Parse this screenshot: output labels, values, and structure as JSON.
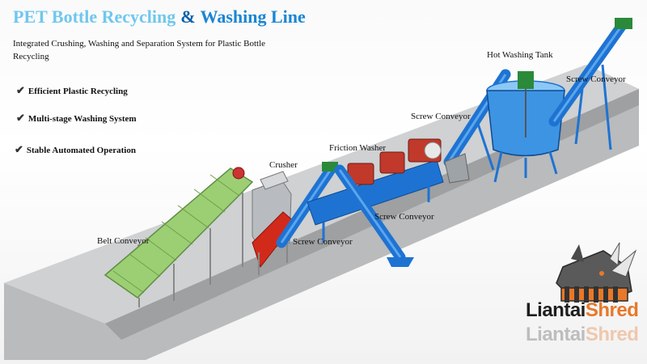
{
  "title": {
    "part1": "PET Bottle Recycling",
    "amp": "&",
    "part2": "Washing Line"
  },
  "subtitle": "Integrated Crushing, Washing and Separation System for Plastic Bottle Recycling",
  "features": [
    {
      "check": "✔",
      "text": "Efficient Plastic Recycling"
    },
    {
      "check": "✔",
      "text": "Multi-stage Washing System"
    },
    {
      "check": "✔",
      "text": "Stable Automated Operation"
    }
  ],
  "labels": {
    "belt_conveyor": "Belt Conveyor",
    "crusher": "Crusher",
    "screw_conveyor_1": "Screw Conveyor",
    "friction_washer": "Friction Washer",
    "screw_conveyor_2": "Screw Conveyor",
    "screw_conveyor_3": "Screw Conveyor",
    "hot_washing_tank": "Hot Washing Tank",
    "screw_conveyor_4": "Screw Conveyor"
  },
  "brand": {
    "part1": "Liantai",
    "part2": "Shred"
  },
  "colors": {
    "title_light": "#6fc7ef",
    "title_dark": "#1b86d2",
    "machine_blue": "#1e73d2",
    "belt_green": "#8cc06a",
    "crusher_red": "#d22a1a",
    "brand_orange": "#e8782a"
  }
}
